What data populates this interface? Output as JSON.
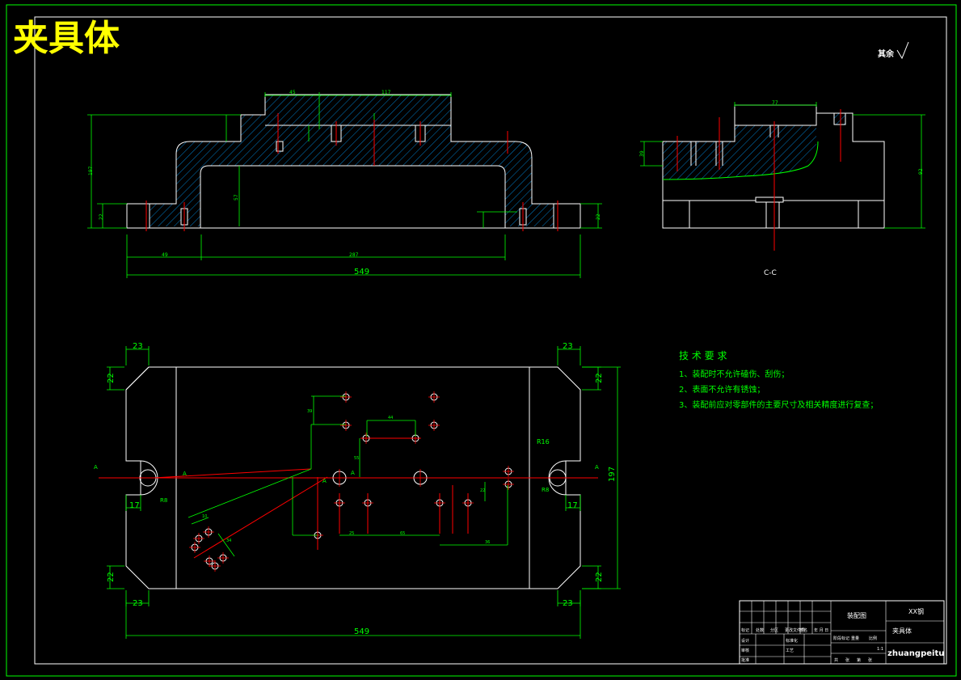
{
  "drawing": {
    "title": "夹具体",
    "surface_finish": "其余",
    "section_label": "C-C",
    "colors": {
      "background": "#000000",
      "outline": "#ffffff",
      "dimension": "#00ff00",
      "centerline": "#ff0000",
      "title": "#ffff00",
      "hatch": "#00a0ff"
    }
  },
  "front_view": {
    "overall_width": "549",
    "dim_left": "49",
    "dim_mid": "287",
    "dim_top_a": "45",
    "dim_top_b": "117",
    "dim_height": "197",
    "dim_base": "22",
    "dim_right_base": "22",
    "dim_inner": "57"
  },
  "side_view": {
    "dim_top": "77",
    "dim_height": "92",
    "dim_left": "39"
  },
  "plan_view": {
    "overall_width": "549",
    "overall_height": "197",
    "corner_w": "23",
    "corner_h": "22",
    "slot": "17",
    "radius_r16": "R16",
    "radius_r8": "R8",
    "labels": {
      "a_left": "A",
      "a_mid1": "A",
      "a_mid2": "A",
      "a_right": "A",
      "a_right2": "A"
    },
    "dims": {
      "d44": "44",
      "d39": "39",
      "d55": "55",
      "d65": "65",
      "d25": "25",
      "d36": "36",
      "d22": "22",
      "d10": "10",
      "d34": "34"
    }
  },
  "tech_requirements": {
    "heading": "技 术 要 求",
    "items": [
      "1、装配时不允许磕伤、刮伤；",
      "2、表面不允许有锈蚀；",
      "3、装配前应对零部件的主要尺寸及相关精度进行复查；"
    ]
  },
  "title_block": {
    "drawing_name": "装配图",
    "part_name": "XX钢",
    "part": "夹具体",
    "company": "zhuangpeitu",
    "scale": "1:1",
    "rows": [
      "标记",
      "处数",
      "分区",
      "更改文件号",
      "签名",
      "年 月 日"
    ],
    "roles": [
      "设计",
      "标准化",
      "审核",
      "工艺",
      "批准"
    ],
    "stages": [
      "阶段标记",
      "重量",
      "比例"
    ],
    "sheet": [
      "共",
      "张",
      "第",
      "张"
    ]
  }
}
